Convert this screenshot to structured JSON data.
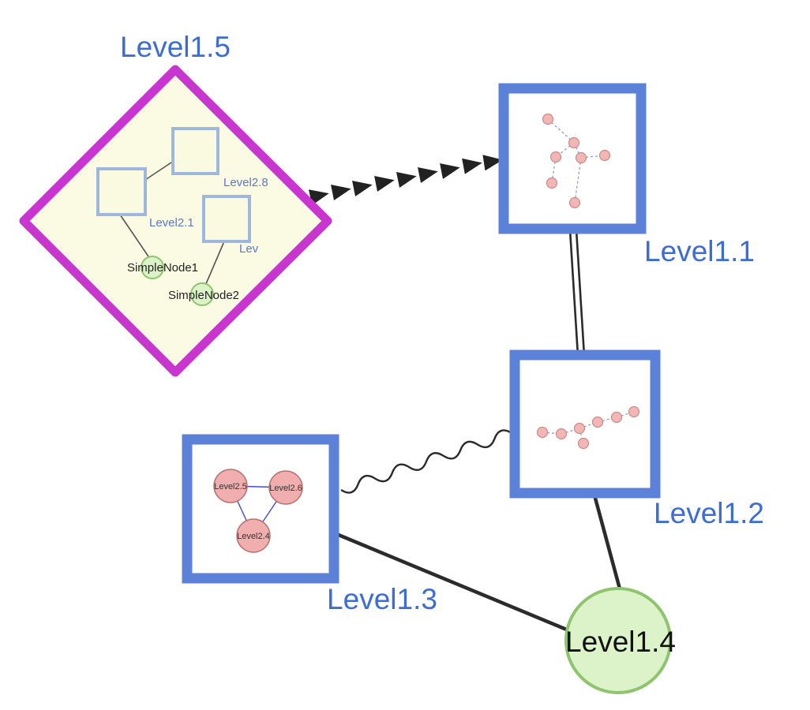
{
  "nodes": {
    "level1_5": {
      "label": "Level1.5",
      "shape": "diamond-group"
    },
    "level1_1": {
      "label": "Level1.1",
      "shape": "square-group"
    },
    "level1_2": {
      "label": "Level1.2",
      "shape": "square-group"
    },
    "level1_3": {
      "label": "Level1.3",
      "shape": "square-group"
    },
    "level1_4": {
      "label": "Level1.4",
      "shape": "circle"
    },
    "level2_8": {
      "label": "Level2.8",
      "shape": "square"
    },
    "level2_1": {
      "label": "Level2.1",
      "shape": "square"
    },
    "level2_trunc": {
      "label": "Lev",
      "shape": "square"
    },
    "simple_node_1": {
      "label": "SimpleNode1",
      "shape": "circle"
    },
    "simple_node_2": {
      "label": "SimpleNode2",
      "shape": "circle"
    },
    "level2_5": {
      "label": "Level2.5",
      "shape": "circle"
    },
    "level2_6": {
      "label": "Level2.6",
      "shape": "circle"
    },
    "level2_4": {
      "label": "Level2.4",
      "shape": "circle"
    }
  },
  "edges": [
    {
      "from": "Level1.5",
      "to": "Level1.1",
      "style": "dashed-arrow-chain"
    },
    {
      "from": "Level1.1",
      "to": "Level1.2",
      "style": "double-line"
    },
    {
      "from": "Level1.3",
      "to": "Level1.2",
      "style": "wavy"
    },
    {
      "from": "Level1.3",
      "to": "Level1.4",
      "style": "solid"
    },
    {
      "from": "Level1.2",
      "to": "Level1.4",
      "style": "solid"
    }
  ],
  "colors": {
    "label_blue": "#3c6cd6",
    "diamond_border": "#c935cf",
    "diamond_fill": "#fbfbe4",
    "group_square_border": "#9fb6de",
    "box_border_blue": "#5b82d8",
    "green_fill": "#dcf3c9",
    "green_stroke": "#8fc46f",
    "pink_fill": "#f2b6b4",
    "pink_stroke": "#cf8a88",
    "edge_black": "#2b2b2b",
    "mini_edge_blue": "#8096d8"
  }
}
